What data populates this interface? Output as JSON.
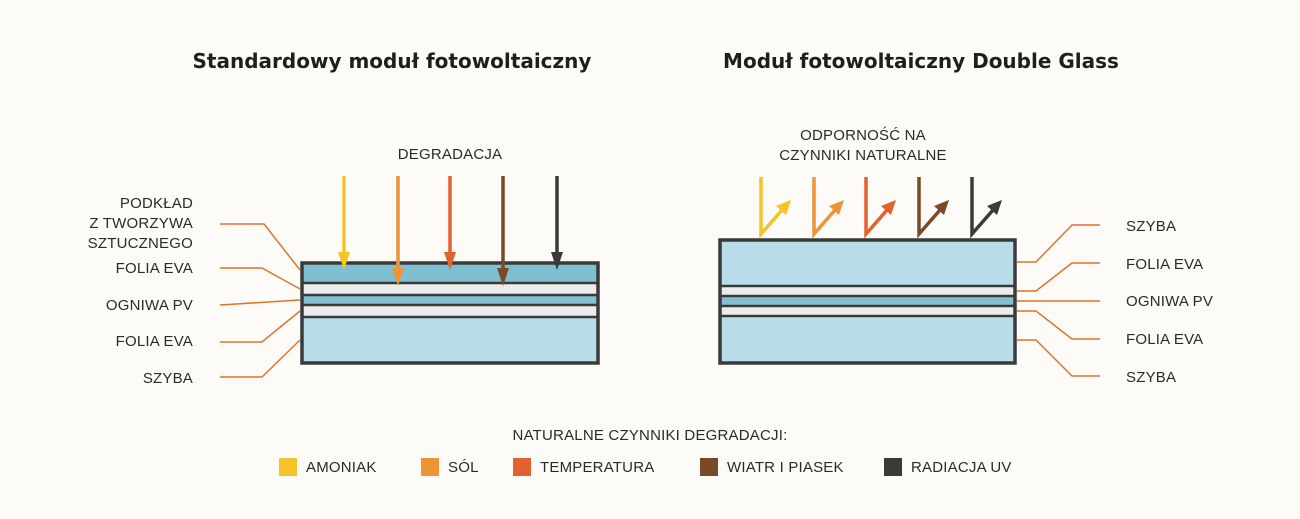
{
  "colors": {
    "glass": "#b8dde8",
    "eva": "#ececea",
    "pv_cell": "#82c0d2",
    "backsheet": "#7fbfd2",
    "outline": "#3a3a3a",
    "leader": "#e0732f",
    "amoniak": "#f5c327",
    "sol": "#ee9436",
    "temperatura": "#e2612e",
    "wiatr": "#7a4a26",
    "uv": "#3a3b37"
  },
  "left": {
    "title": "Standardowy moduł fotowoltaiczny",
    "arrows_label": "DEGRADACJA",
    "layers": [
      {
        "lines": [
          "PODKŁAD",
          "Z TWORZYWA",
          "SZTUCZNEGO"
        ]
      },
      {
        "lines": [
          "FOLIA EVA"
        ]
      },
      {
        "lines": [
          "OGNIWA PV"
        ]
      },
      {
        "lines": [
          "FOLIA EVA"
        ]
      },
      {
        "lines": [
          "SZYBA"
        ]
      }
    ]
  },
  "right": {
    "title": "Moduł fotowoltaiczny Double Glass",
    "arrows_label_lines": [
      "ODPORNOŚĆ NA",
      "CZYNNIKI NATURALNE"
    ],
    "layers": [
      {
        "lines": [
          "SZYBA"
        ]
      },
      {
        "lines": [
          "FOLIA EVA"
        ]
      },
      {
        "lines": [
          "OGNIWA PV"
        ]
      },
      {
        "lines": [
          "FOLIA EVA"
        ]
      },
      {
        "lines": [
          "SZYBA"
        ]
      }
    ]
  },
  "legend": {
    "title": "NATURALNE CZYNNIKI DEGRADACJI:",
    "items": [
      {
        "key": "amoniak",
        "label": "AMONIAK",
        "color": "#f5c327"
      },
      {
        "key": "sol",
        "label": "SÓL",
        "color": "#ee9436"
      },
      {
        "key": "temperatura",
        "label": "TEMPERATURA",
        "color": "#e2612e"
      },
      {
        "key": "wiatr",
        "label": "WIATR I PIASEK",
        "color": "#7a4a26"
      },
      {
        "key": "uv",
        "label": "RADIACJA UV",
        "color": "#3a3b37"
      }
    ]
  }
}
